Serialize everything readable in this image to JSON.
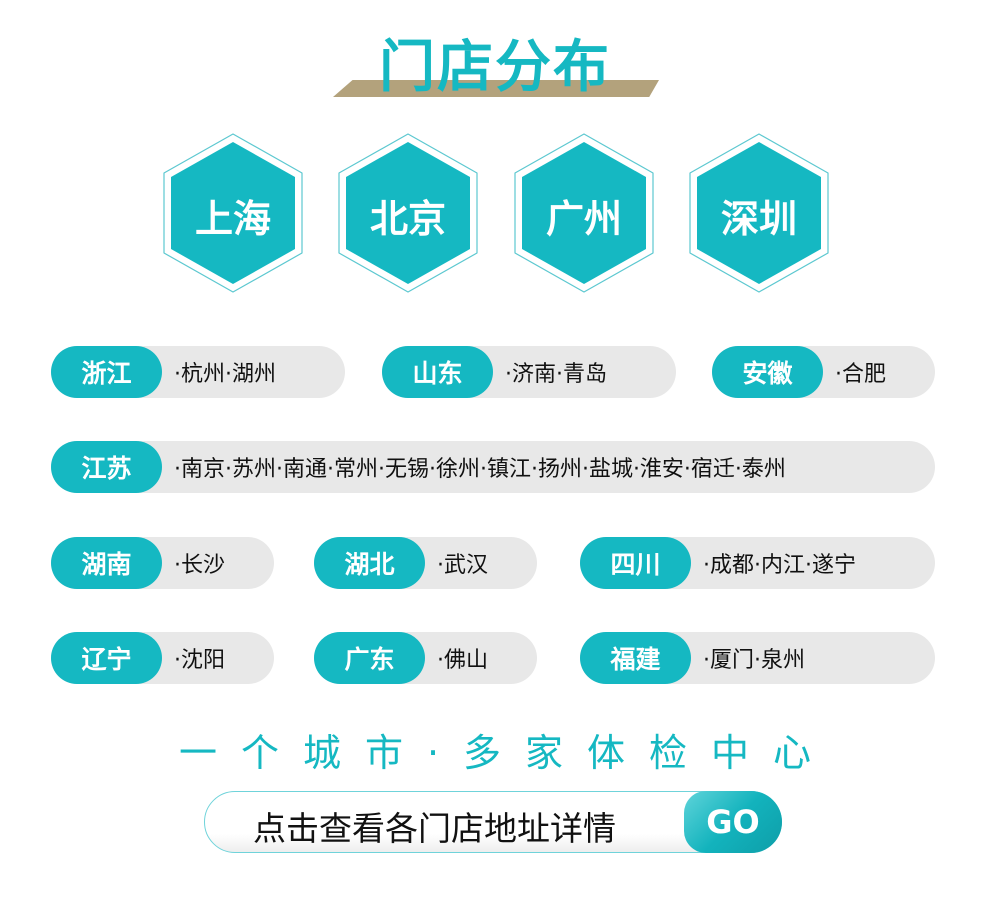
{
  "title": "门店分布",
  "hexagons": [
    "上海",
    "北京",
    "广州",
    "深圳"
  ],
  "provinces": [
    {
      "name": "浙江",
      "cities": "·杭州·湖州"
    },
    {
      "name": "山东",
      "cities": "·济南·青岛"
    },
    {
      "name": "安徽",
      "cities": "·合肥"
    },
    {
      "name": "江苏",
      "cities": "·南京·苏州·南通·常州·无锡·徐州·镇江·扬州·盐城·淮安·宿迁·泰州"
    },
    {
      "name": "湖南",
      "cities": "·长沙"
    },
    {
      "name": "湖北",
      "cities": "·武汉"
    },
    {
      "name": "四川",
      "cities": "·成都·内江·遂宁"
    },
    {
      "name": "辽宁",
      "cities": "·沈阳"
    },
    {
      "name": "广东",
      "cities": "·佛山"
    },
    {
      "name": "福建",
      "cities": "·厦门·泉州"
    }
  ],
  "slogan": "一个城市·多家体检中心",
  "button": {
    "label": "点击查看各门店地址详情",
    "go": "GO"
  },
  "colors": {
    "accent": "#15b8c2",
    "bar": "#b3a27c",
    "pill": "#e8e8e8"
  }
}
